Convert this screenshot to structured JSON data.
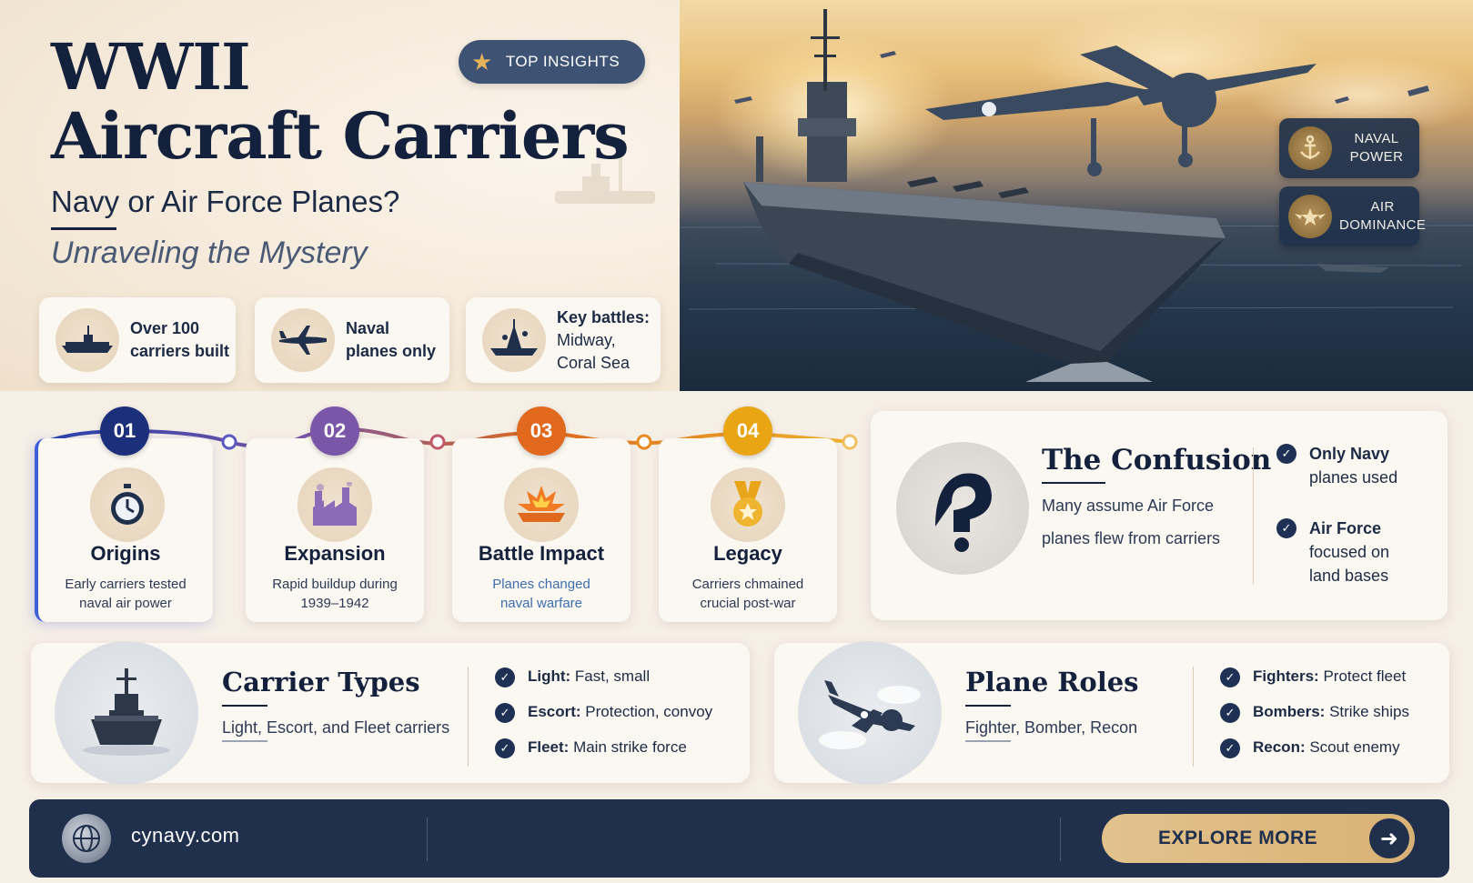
{
  "hero": {
    "title_line1": "WWII",
    "title_line2": "Aircraft Carriers",
    "subtitle": "Navy or Air Force Planes?",
    "tagline": "Unraveling the Mystery",
    "badge_label": "TOP INSIGHTS",
    "stats": [
      {
        "line1": "Over 100",
        "line2": "carriers built",
        "icon": "carrier-icon"
      },
      {
        "line1": "Naval",
        "line2": "planes only",
        "icon": "plane-icon"
      },
      {
        "line1": "Key battles:",
        "line2": "Midway,",
        "line3": "Coral Sea",
        "icon": "battle-ship-icon"
      }
    ],
    "side_badges": [
      {
        "line1": "NAVAL",
        "line2": "POWER",
        "icon": "anchor-icon"
      },
      {
        "line1": "AIR",
        "line2": "DOMINANCE",
        "icon": "wings-star-icon"
      }
    ]
  },
  "timeline": [
    {
      "num": "01",
      "title": "Origins",
      "desc_line1": "Early carriers tested",
      "desc_line2": "naval air power",
      "color": "#1c2f7a",
      "icon": "stopwatch-icon"
    },
    {
      "num": "02",
      "title": "Expansion",
      "desc_line1": "Rapid buildup during",
      "desc_line2": "1939–1942",
      "color": "#7a56a8",
      "icon": "factory-icon"
    },
    {
      "num": "03",
      "title": "Battle Impact",
      "desc_line1": "Planes changed",
      "desc_line2": "naval warfare",
      "color": "#e0691e",
      "icon": "explosion-icon"
    },
    {
      "num": "04",
      "title": "Legacy",
      "desc_line1": "Carriers chmained",
      "desc_line2": "crucial post-war",
      "color": "#e9a514",
      "icon": "medal-icon"
    }
  ],
  "confusion": {
    "title": "The Confusion",
    "desc_line1": "Many assume Air Force",
    "desc_line2": "planes flew from carriers",
    "points": [
      {
        "bold": "Only Navy",
        "rest": "planes used"
      },
      {
        "bold": "Air Force",
        "rest_line1": "focused on",
        "rest_line2": "land bases"
      }
    ]
  },
  "carrier_types": {
    "title": "Carrier Types",
    "subtitle": "Light, Escort, and Fleet carriers",
    "items": [
      {
        "bold": "Light:",
        "rest": " Fast, small"
      },
      {
        "bold": "Escort:",
        "rest": " Protection, convoy"
      },
      {
        "bold": "Fleet:",
        "rest": " Main strike force"
      }
    ]
  },
  "plane_roles": {
    "title": "Plane Roles",
    "subtitle": "Fighter, Bomber, Recon",
    "items": [
      {
        "bold": "Fighters:",
        "rest": " Protect fleet"
      },
      {
        "bold": "Bombers:",
        "rest": " Strike ships"
      },
      {
        "bold": "Recon:",
        "rest": " Scout enemy"
      }
    ]
  },
  "footer": {
    "site": "cynavy.com",
    "cta": "EXPLORE MORE"
  },
  "colors": {
    "navy": "#1f2f4c",
    "gold": "#d8b275",
    "cream": "#fbf7f1"
  }
}
